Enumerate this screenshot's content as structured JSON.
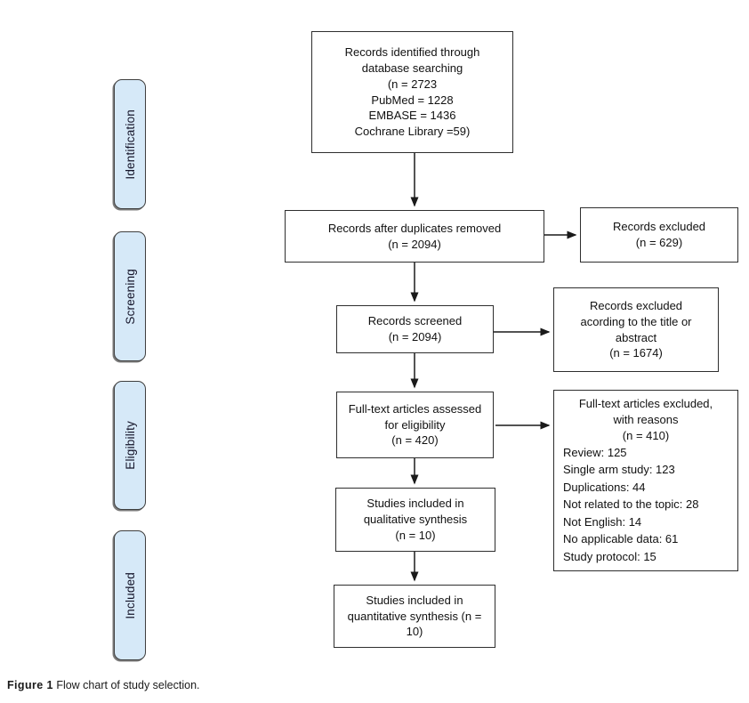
{
  "caption": {
    "label": "Figure 1",
    "text": "Flow chart of study selection."
  },
  "stages": [
    {
      "label": "Identification"
    },
    {
      "label": "Screening"
    },
    {
      "label": "Eligibility"
    },
    {
      "label": "Included"
    }
  ],
  "boxes": {
    "identified": {
      "text": "Records identified through\ndatabase searching\n(n = 2723\nPubMed = 1228\nEMBASE = 1436\nCochrane Library =59)"
    },
    "duplicates_removed": {
      "text": "Records after duplicates removed\n(n = 2094)"
    },
    "records_excluded": {
      "text": "Records excluded\n(n = 629)"
    },
    "screened": {
      "text": "Records screened\n(n = 2094)"
    },
    "excluded_title_abstract": {
      "text": "Records excluded\nacording to the title or\nabstract\n(n = 1674)"
    },
    "fulltext_assessed": {
      "text": "Full-text articles assessed\nfor eligibility\n(n = 420)"
    },
    "fulltext_excluded": {
      "header": "Full-text articles excluded,\nwith reasons\n(n = 410)",
      "reasons": [
        "Review: 125",
        "Single arm study: 123",
        "Duplications: 44",
        "Not related to the topic: 28",
        "Not English: 14",
        "No applicable data: 61",
        "Study protocol: 15"
      ]
    },
    "qualitative": {
      "text": "Studies included in\nqualitative synthesis\n(n = 10)"
    },
    "quantitative": {
      "text": "Studies included in\nquantitative synthesis (n =\n10)"
    }
  },
  "colors": {
    "stage_fill": "#d6e9f8",
    "stage_border": "#3f3f3f",
    "box_border": "#2e2e2e",
    "arrow": "#1a1a1a"
  }
}
